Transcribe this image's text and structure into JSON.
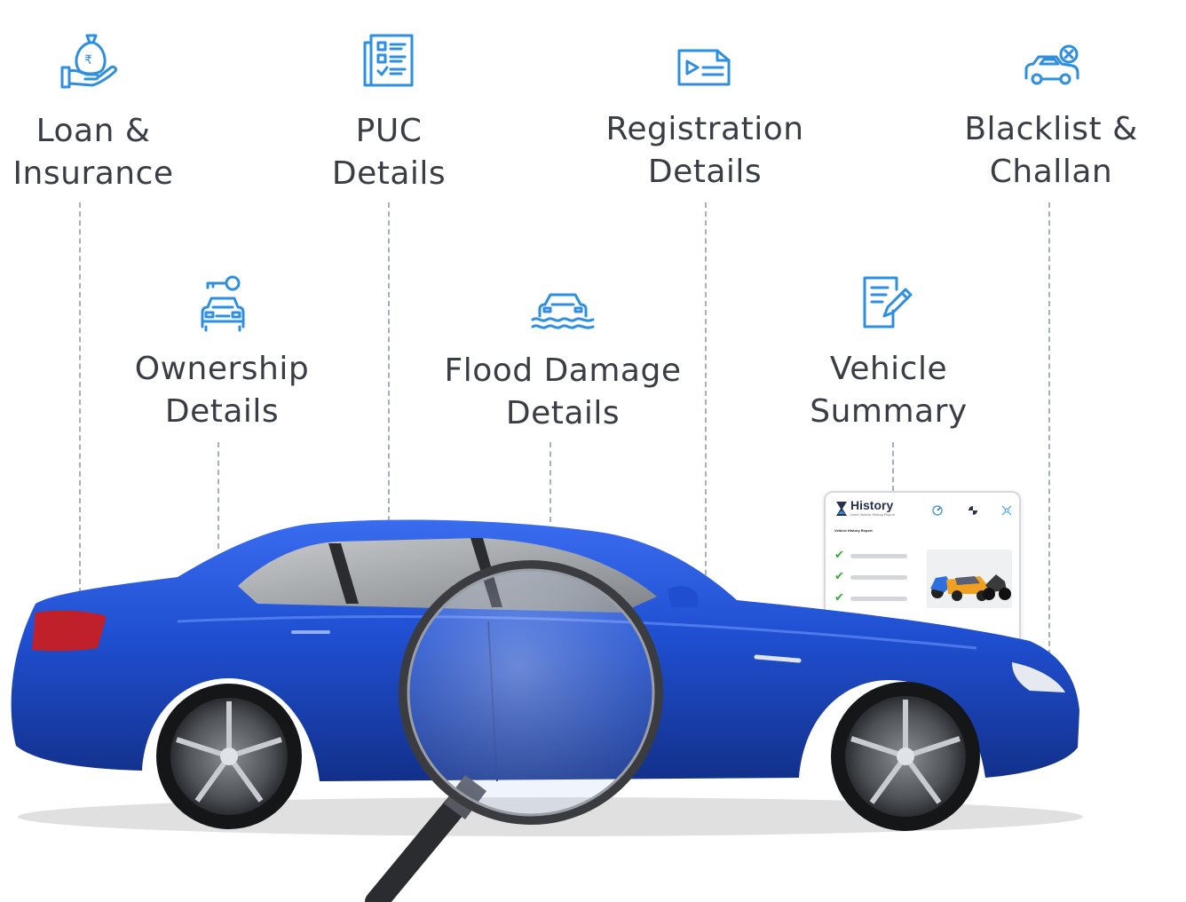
{
  "features": [
    {
      "id": "loan",
      "icon": "money-bag-rupee-icon",
      "lines": [
        "Loan &",
        "Insurance"
      ]
    },
    {
      "id": "puc",
      "icon": "checklist-document-icon",
      "lines": [
        "PUC",
        "Details"
      ]
    },
    {
      "id": "registration",
      "icon": "registration-card-icon",
      "lines": [
        "Registration",
        "Details"
      ]
    },
    {
      "id": "blacklist",
      "icon": "car-blocked-icon",
      "lines": [
        "Blacklist &",
        "Challan"
      ]
    },
    {
      "id": "ownership",
      "icon": "car-key-icon",
      "lines": [
        "Ownership",
        "Details"
      ]
    },
    {
      "id": "flood",
      "icon": "car-flood-icon",
      "lines": [
        "Flood Damage",
        "Details"
      ]
    },
    {
      "id": "summary",
      "icon": "edit-document-icon",
      "lines": [
        "Vehicle",
        "Summary"
      ]
    }
  ],
  "report_card": {
    "brand": "History",
    "subtitle": "Used Vehicle History Report",
    "heading": "Vehicle History Report"
  },
  "colors": {
    "icon_blue": "#2e8fe0",
    "text": "#3a3d46",
    "dash": "#a8aec2",
    "car_body": "#1f4fd0",
    "check_green": "#3aa83c"
  }
}
